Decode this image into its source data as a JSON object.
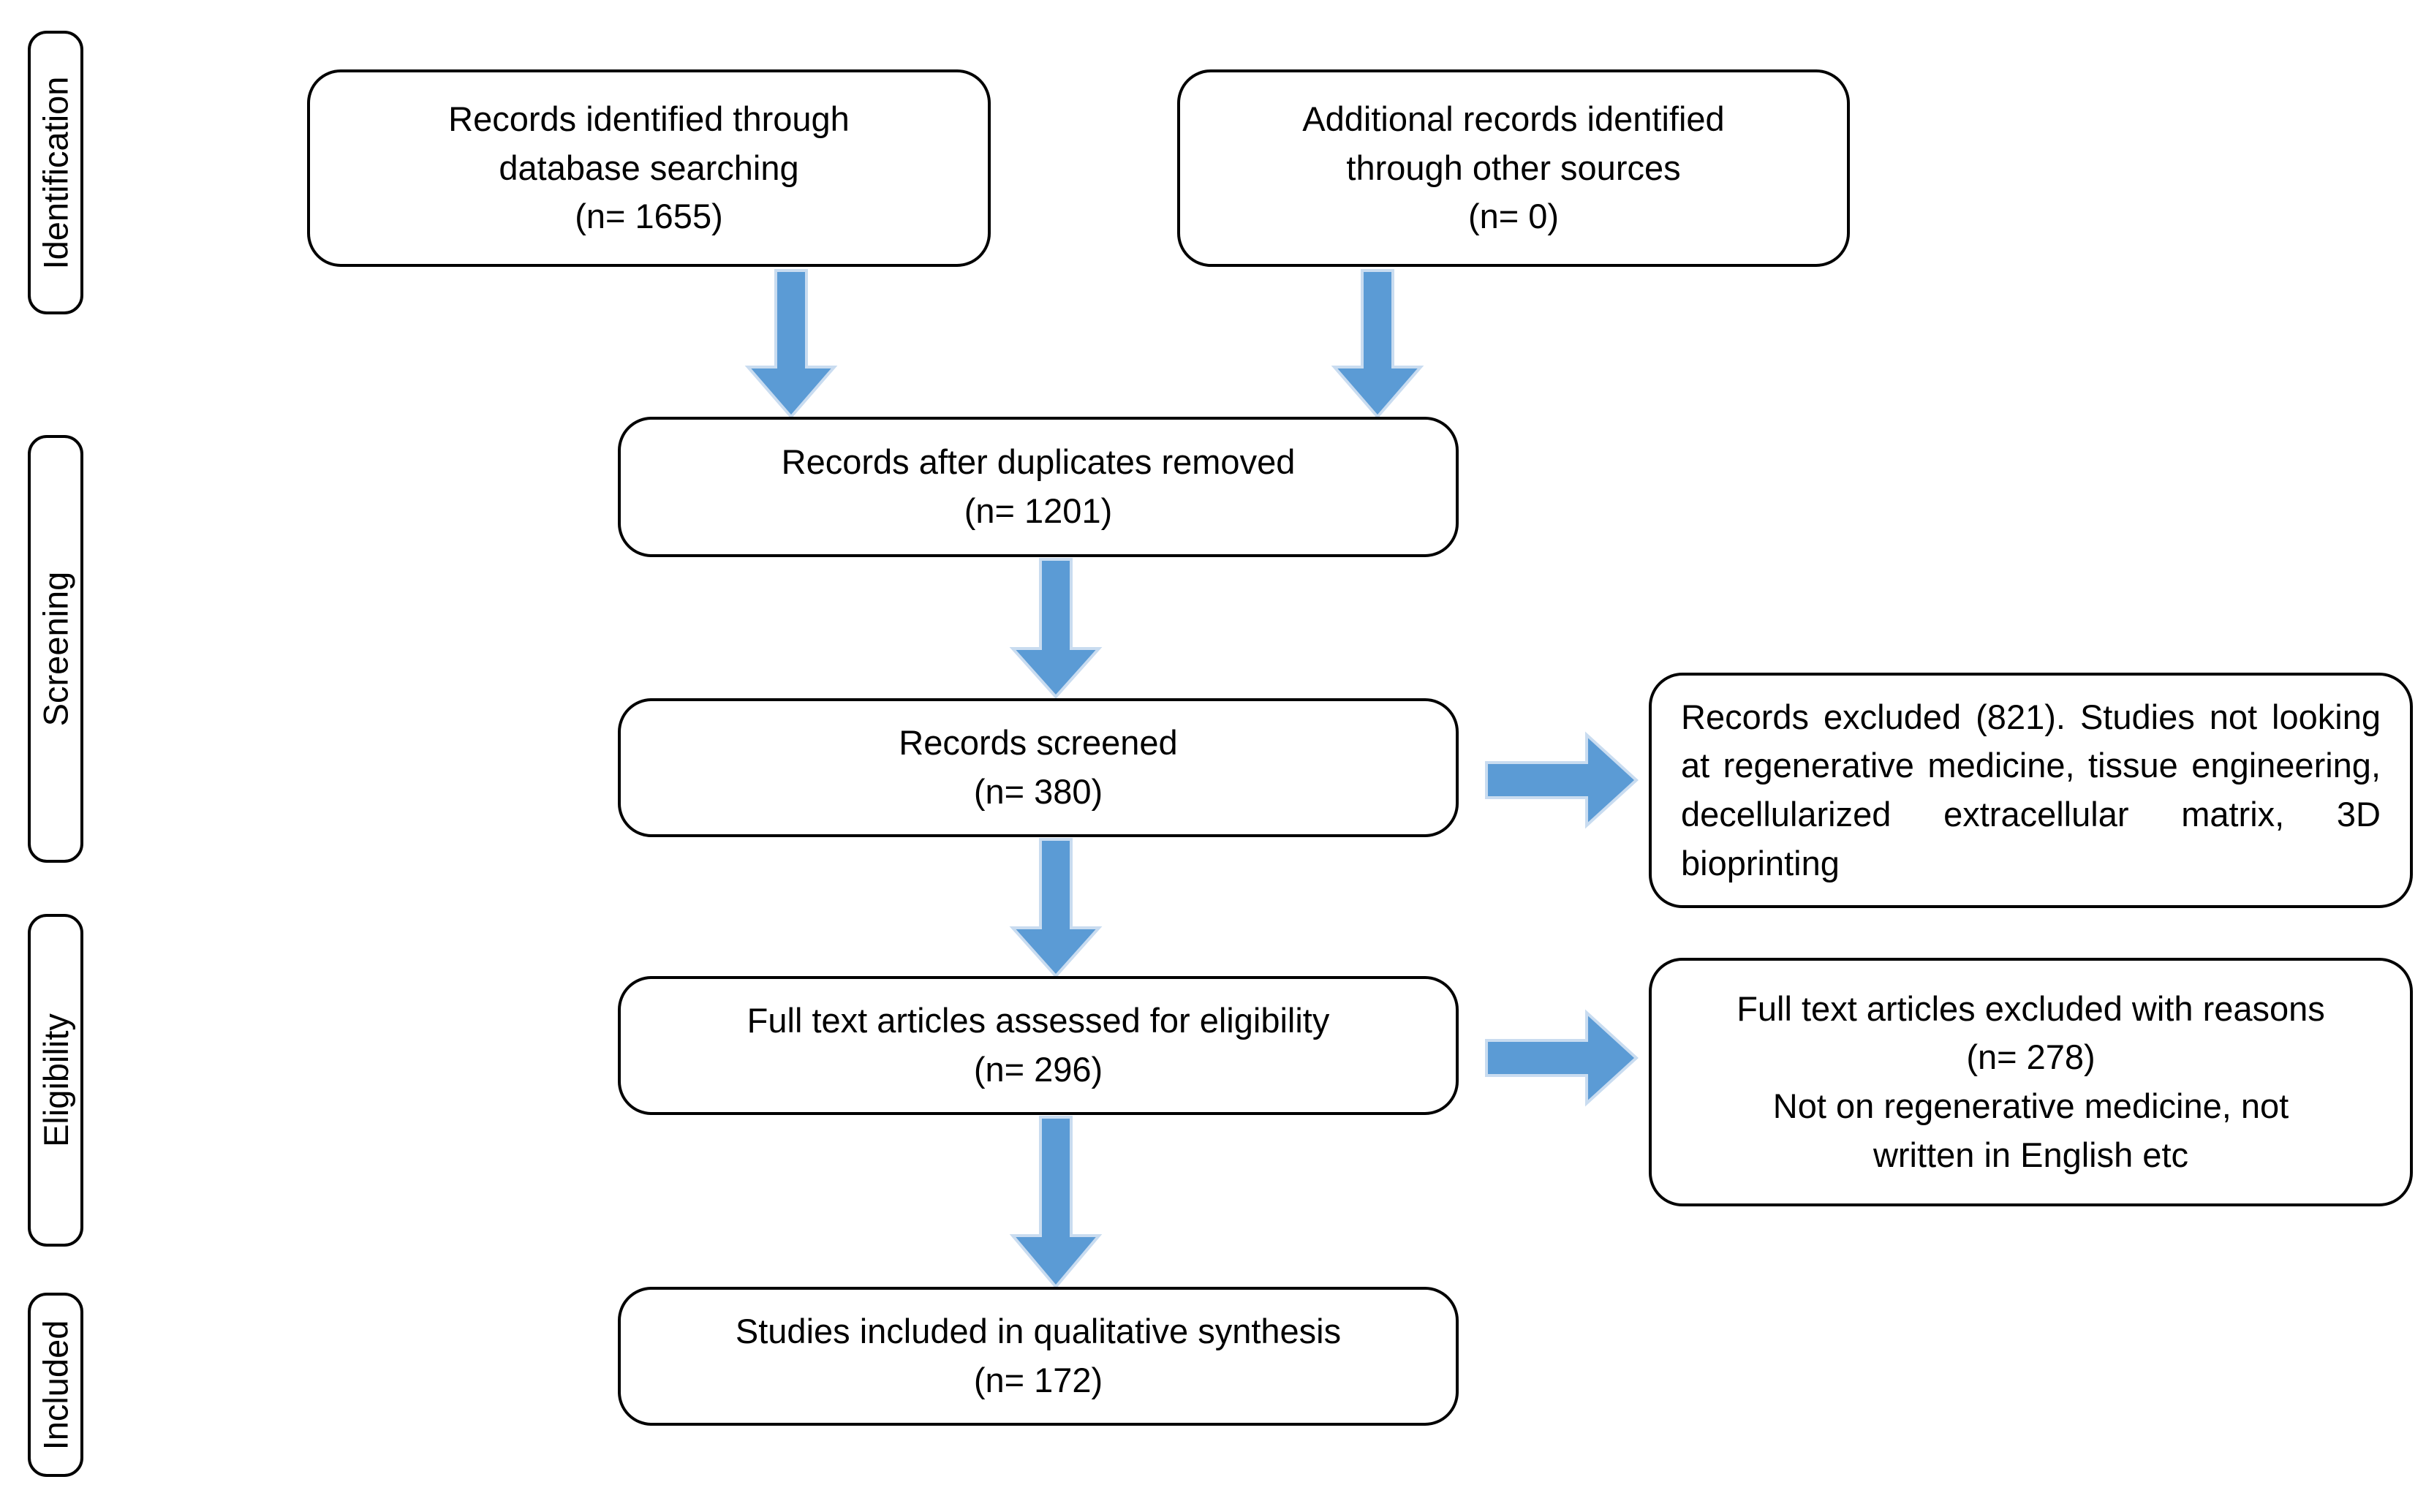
{
  "diagram": {
    "title": "PRISMA flow diagram",
    "arrow_color": "#5B9BD5",
    "arrow_outline_color": "#C9DCF0",
    "box_border_color": "#000000",
    "background_color": "#FFFFFF",
    "text_color": "#000000"
  },
  "stages": [
    {
      "label": "Identification"
    },
    {
      "label": "Screening"
    },
    {
      "label": "Eligibility"
    },
    {
      "label": "Included"
    }
  ],
  "nodes": {
    "identified_database": {
      "text": "Records identified through\ndatabase searching\n(n= 1655)",
      "count": 1655
    },
    "identified_other": {
      "text": "Additional records identified\nthrough other sources\n(n= 0)",
      "count": 0
    },
    "duplicates_removed": {
      "text": "Records after duplicates removed\n(n= 1201)",
      "count": 1201
    },
    "records_screened": {
      "text": "Records screened\n(n= 380)",
      "count": 380
    },
    "records_excluded": {
      "text": "Records excluded (821). Studies not looking at regenerative medicine, tissue engineering, decellularized extracellular matrix, 3D bioprinting",
      "count": 821
    },
    "fulltext_assessed": {
      "text": "Full text articles assessed  for eligibility\n(n= 296)",
      "count": 296
    },
    "fulltext_excluded": {
      "text": "Full text articles excluded with reasons\n(n= 278)\nNot on regenerative  medicine, not\nwritten in English etc",
      "count": 278
    },
    "studies_included": {
      "text": "Studies included in qualitative synthesis\n(n= 172)",
      "count": 172
    }
  },
  "arrows": [
    {
      "name": "identified-database-to-duplicates",
      "direction": "down"
    },
    {
      "name": "identified-other-to-duplicates",
      "direction": "down"
    },
    {
      "name": "duplicates-to-screened",
      "direction": "down"
    },
    {
      "name": "screened-to-fulltext",
      "direction": "down"
    },
    {
      "name": "fulltext-to-included",
      "direction": "down"
    },
    {
      "name": "screened-to-excluded",
      "direction": "right"
    },
    {
      "name": "fulltext-to-excluded",
      "direction": "right"
    }
  ]
}
